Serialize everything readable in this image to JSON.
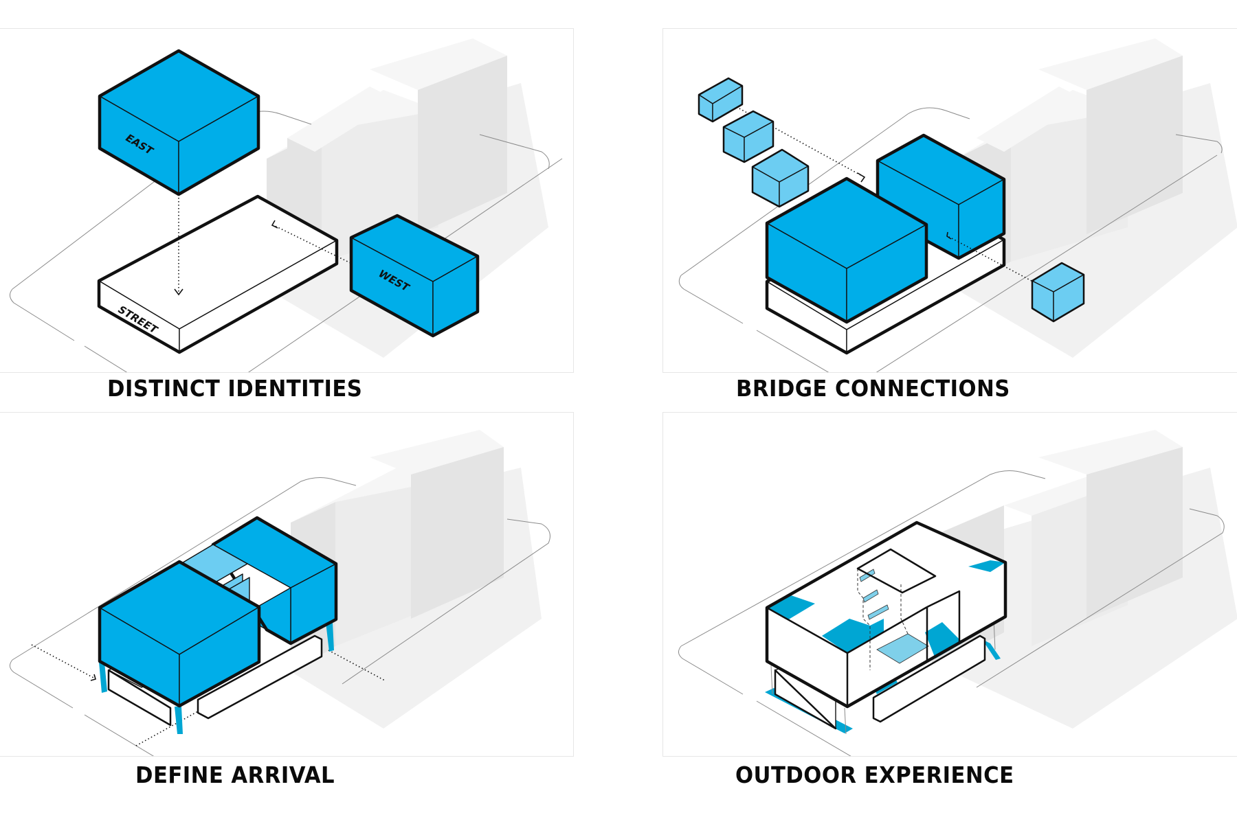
{
  "panels": [
    {
      "id": "distinct-identities",
      "caption": "DISTINCT IDENTITIES",
      "labels": {
        "east": "EAST",
        "west": "WEST",
        "street": "STREET"
      }
    },
    {
      "id": "bridge-connections",
      "caption": "BRIDGE CONNECTIONS"
    },
    {
      "id": "define-arrival",
      "caption": "DEFINE ARRIVAL"
    },
    {
      "id": "outdoor-experience",
      "caption": "OUTDOOR EXPERIENCE"
    }
  ],
  "colors": {
    "primary_volume": "#00aee9",
    "bridge_volume": "#6ccdf2",
    "outdoor_space": "#00a6d3",
    "context_building": "#e4e4e4",
    "outline": "#111111"
  }
}
